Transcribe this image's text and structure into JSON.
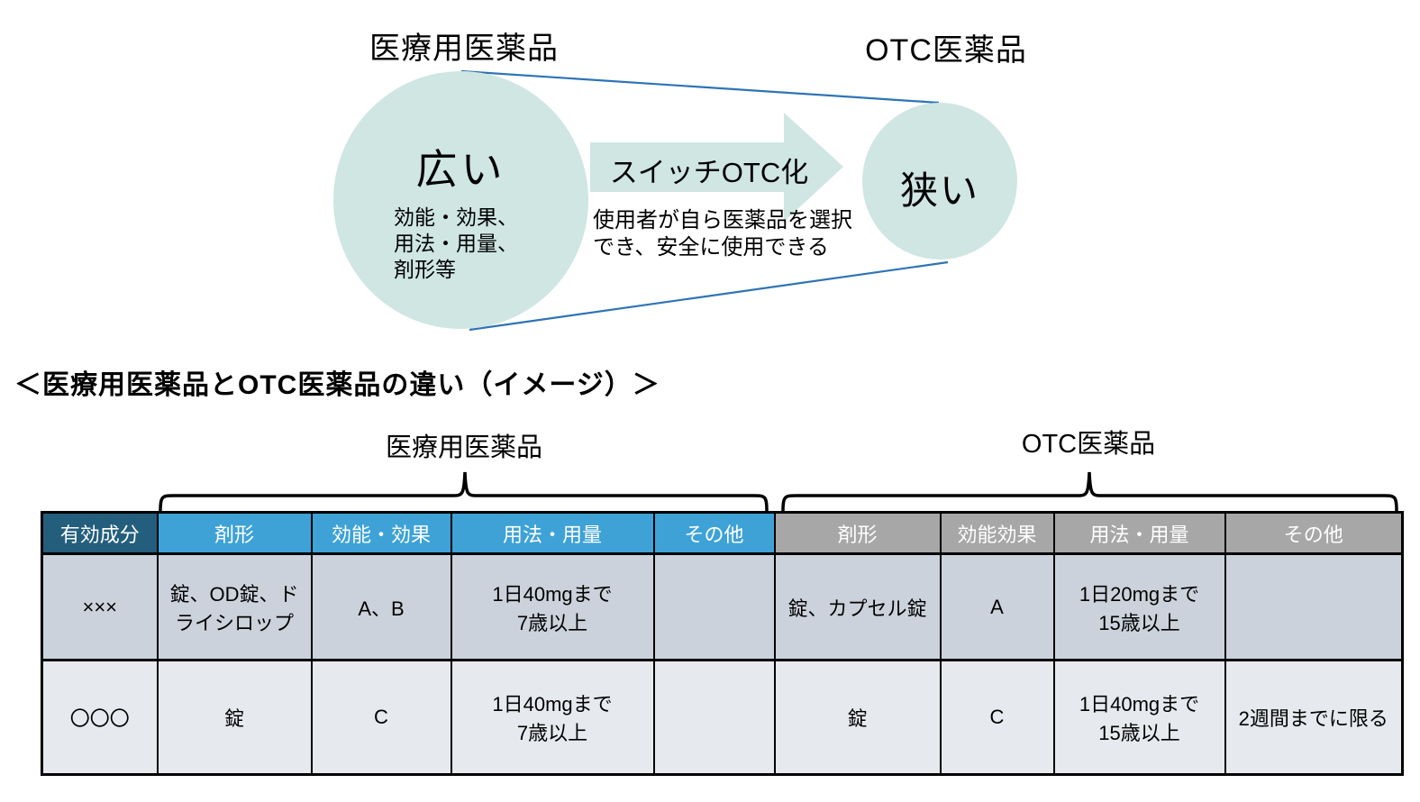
{
  "colors": {
    "shape_fill": "#cfe6e3",
    "funnel_line": "#2e74b5",
    "header_dark": "#235e7d",
    "header_blue": "#3ea2d6",
    "header_gray": "#a7a7a7",
    "row1_bg": "#cbd2db",
    "row2_bg": "#e6e9ed",
    "border": "#000000"
  },
  "diagram": {
    "left_label": "医療用医薬品",
    "right_label": "OTC医薬品",
    "big_circle": {
      "title": "広い",
      "subtext": "効能・効果、\n用法・用量、\n剤形等"
    },
    "arrow_label": "スイッチOTC化",
    "arrow_caption": "使用者が自ら医薬品を選択\nでき、安全に使用できる",
    "small_circle": {
      "title": "狭い"
    }
  },
  "section_heading": "＜医療用医薬品とOTC医薬品の違い（イメージ）＞",
  "table": {
    "group_left_label": "医療用医薬品",
    "group_right_label": "OTC医薬品",
    "headers": [
      "有効成分",
      "剤形",
      "効能・効果",
      "用法・用量",
      "その他",
      "剤形",
      "効能効果",
      "用法・用量",
      "その他"
    ],
    "rows": [
      [
        "×××",
        "錠、OD錠、ドライシロップ",
        "A、B",
        "1日40mgまで\n7歳以上",
        "",
        "錠、カプセル錠",
        "A",
        "1日20mgまで\n15歳以上",
        ""
      ],
      [
        "〇〇〇",
        "錠",
        "C",
        "1日40mgまで\n7歳以上",
        "",
        "錠",
        "C",
        "1日40mgまで\n15歳以上",
        "2週間までに限る"
      ]
    ]
  }
}
